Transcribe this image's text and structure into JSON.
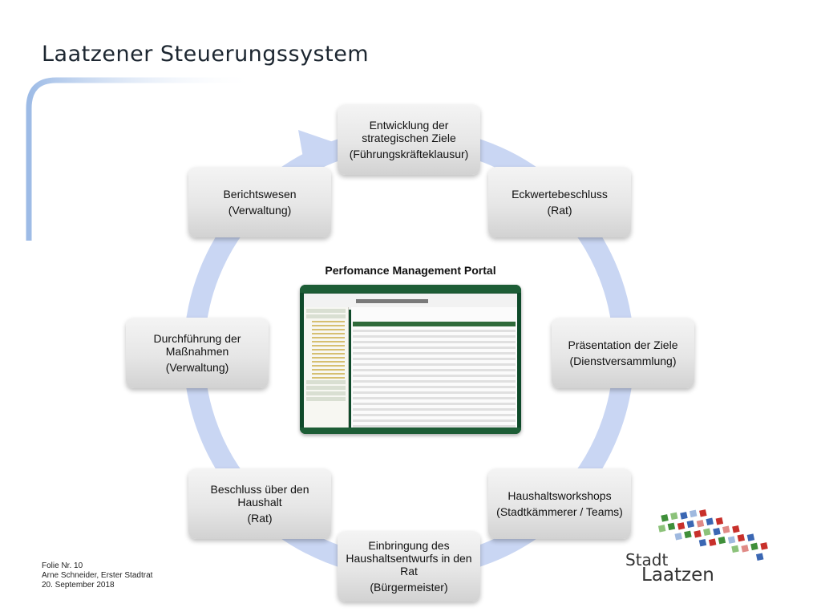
{
  "slide": {
    "title": "Laatzener Steuerungssystem"
  },
  "cycle": {
    "steps": [
      {
        "title": "Entwicklung der strategischen Ziele",
        "sub": "(Führungskräfteklausur)"
      },
      {
        "title": "Eckwertebeschluss",
        "sub": "(Rat)"
      },
      {
        "title": "Präsentation der Ziele",
        "sub": "(Dienstversammlung)"
      },
      {
        "title": "Haushaltsworkshops",
        "sub": "(Stadtkämmerer / Teams)"
      },
      {
        "title": "Einbringung des Haushaltsentwurfs in den Rat",
        "sub": "(Bürgermeister)"
      },
      {
        "title": "Beschluss über den Haushalt",
        "sub": "(Rat)"
      },
      {
        "title": "Durchführung der Maßnahmen",
        "sub": "(Verwaltung)"
      },
      {
        "title": "Berichtswesen",
        "sub": "(Verwaltung)"
      }
    ]
  },
  "portal": {
    "title": "Perfomance Management Portal"
  },
  "footer": {
    "line1": "Folie Nr. 10",
    "line2": "Arne Schneider, Erster Stadtrat",
    "line3": "20. September 2018"
  },
  "logo": {
    "word1": "Stadt",
    "word2": "Laatzen"
  },
  "colors": {
    "ring": "#c9d6f3",
    "arc": "#a9c3ea",
    "portal_green": "#0f4a2a",
    "logo_red": "#c8302b",
    "logo_green": "#3f8f3a",
    "logo_blue": "#3b67b3"
  }
}
